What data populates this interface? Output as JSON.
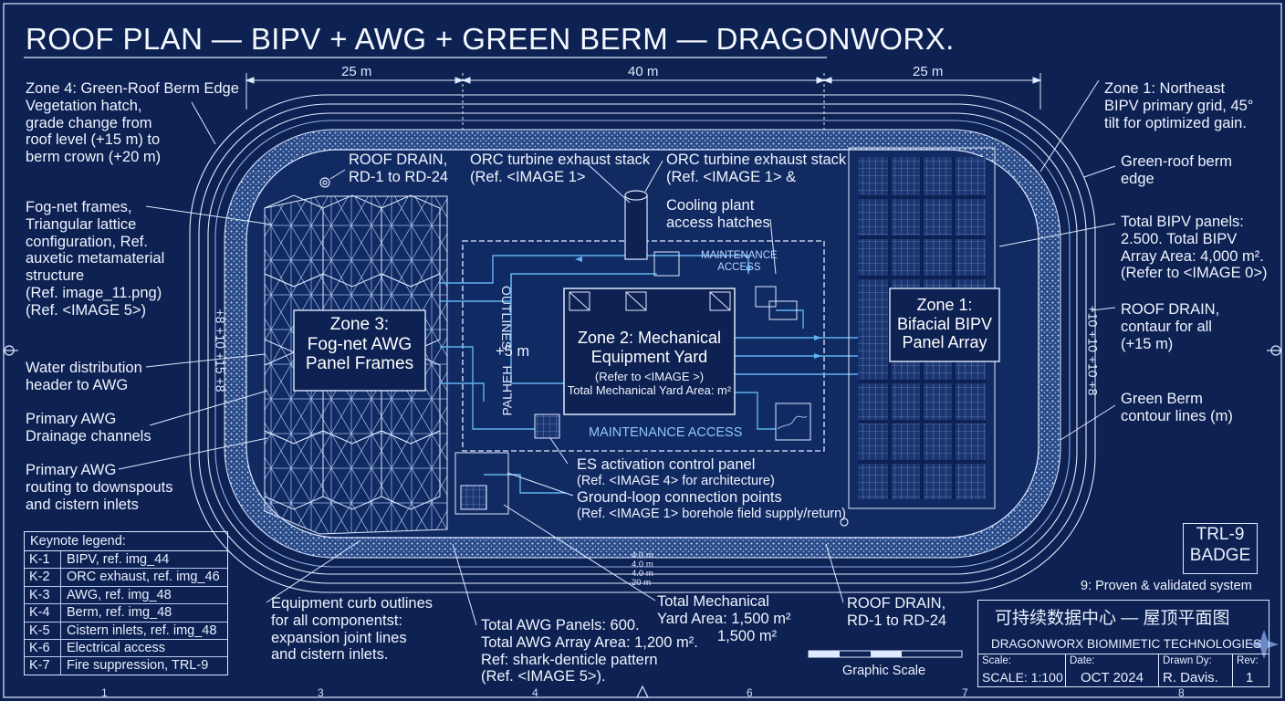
{
  "title": "ROOF PLAN — BIPV + AWG + GREEN BERM — DRAGONWORX.",
  "dimensions": {
    "left": "25 m",
    "center": "40 m",
    "right": "25 m"
  },
  "zones": {
    "zone3": [
      "Zone 3:",
      "Fog-net AWG",
      "Panel Frames"
    ],
    "zone2": [
      "Zone 2: Mechanical",
      "Equipment Yard"
    ],
    "zone2_ref": "(Refer to <IMAGE >)",
    "zone2_area": "Total Mechanical Yard Area: m²",
    "zone1": [
      "Zone 1:",
      "Bifacial BIPV",
      "Panel Array"
    ]
  },
  "left_callouts": {
    "zone4": [
      "Zone 4: Green-Roof Berm Edge",
      "Vegetation hatch,",
      "grade change from",
      "roof level  (+15 m) to",
      "berm crown (+20 m)"
    ],
    "fognet": [
      "Fog-net frames,",
      "Triangular lattice",
      "configuration, Ref.",
      "auxetic metamaterial",
      "structure",
      "(Ref. image_11.png)",
      "(Ref.  <IMAGE 5>)"
    ],
    "water": [
      "Water distribution",
      "header to AWG"
    ],
    "drainage": [
      "Primary AWG",
      "Drainage channels"
    ],
    "routing": [
      "Primary AWG",
      "routing to downspouts",
      "and cistern inlets"
    ]
  },
  "top_callouts": {
    "drain": [
      "ROOF DRAIN,",
      "RD-1 to RD-24"
    ],
    "orc1": [
      "ORC turbine exhaust stack",
      "(Ref. <IMAGE 1>"
    ],
    "orc2": [
      "ORC turbine exhaust stack",
      "(Ref. <IMAGE 1> &"
    ],
    "cooling": [
      "Cooling plant",
      "access hatches"
    ],
    "maint_top": [
      "MAINTENANCE",
      "ACCESS"
    ]
  },
  "right_callouts": {
    "zone1_ne": [
      "Zone 1: Northeast",
      "BIPV primary grid, 45°",
      "tilt for optimized gain."
    ],
    "berm_edge": [
      "Green-roof berm",
      "edge"
    ],
    "panels": [
      "Total BIPV panels:",
      "2.500. Total BIPV",
      "Array Area: 4,000 m².",
      "(Refer to <IMAGE 0>)"
    ],
    "drain": [
      "ROOF DRAIN,",
      "contaur for all",
      "(+15 m)"
    ],
    "contour": [
      "Green Berm",
      "contour lines (m)"
    ]
  },
  "mech_labels": {
    "outlines": "OUTLINES",
    "palheh": "PALHEH",
    "plus5": "+5 m",
    "maint_bottom": "MAINTENANCE ACCESS"
  },
  "center_callouts": {
    "es": [
      "ES activation control panel",
      "(Ref. <IMAGE 4> for architecture)"
    ],
    "ground": [
      "Ground-loop connection points",
      "(Ref. <IMAGE 1> borehole field supply/return)"
    ]
  },
  "bottom_callouts": {
    "curb": [
      "Equipment curb outlines",
      "for all componentst:",
      "expansion joint lines",
      "and cistern inlets."
    ],
    "awg": [
      "Total AWG Panels: 600.",
      "Total AWG Array Area: 1,200 m².",
      "Ref: shark-denticle pattern",
      "(Ref. <IMAGE 5>)."
    ],
    "mech": [
      "Total Mechanical",
      "Yard Area: 1,500 m²",
      "1,500 m²"
    ],
    "drain": [
      "ROOF DRAIN,",
      "RD-1 to RD-24"
    ]
  },
  "keynote": {
    "heading": "Keynote legend:",
    "rows": [
      {
        "id": "K-1",
        "desc": "BIPV, ref. img_44"
      },
      {
        "id": "K-2",
        "desc": "ORC exhaust, ref. img_46"
      },
      {
        "id": "K-3",
        "desc": "AWG, ref. img_48"
      },
      {
        "id": "K-4",
        "desc": "Berm, ref. img_48"
      },
      {
        "id": "K-5",
        "desc": "Cistern inlets, ref. img_48"
      },
      {
        "id": "K-6",
        "desc": "Electrical access"
      },
      {
        "id": "K-7",
        "desc": "Fire suppression, TRL-9"
      }
    ]
  },
  "trl": {
    "line1": "TRL-9",
    "line2": "BADGE",
    "caption": "9: Proven & validated system"
  },
  "contour_marks": [
    "4.0 m",
    "4.0 m",
    "4.0 m",
    "20 m"
  ],
  "side_marks_left": [
    "+8",
    "+10",
    "+15",
    "+8"
  ],
  "side_marks_right": [
    "+10",
    "+10",
    "+10",
    "+8"
  ],
  "graphic_scale": "Graphic Scale",
  "titleblock": {
    "cn": "可持续数据中心 — 屋顶平面图",
    "company": "DRAGONWORX BIOMIMETIC TECHNOLOGIES",
    "scale_k": "Scale:",
    "scale_v": "SCALE: 1:100",
    "date_k": "Date:",
    "date_v": "OCT 2024",
    "drawn_k": "Drawn Dy:",
    "drawn_v": "R. Davis.",
    "rev_k": "Rev:",
    "rev_v": "1"
  },
  "column_numbers": [
    "1",
    "3",
    "4",
    "6",
    "7",
    "8"
  ],
  "colors": {
    "background": "#0d2152",
    "line": "#dfe9ff",
    "accent": "#5fb3f0"
  }
}
